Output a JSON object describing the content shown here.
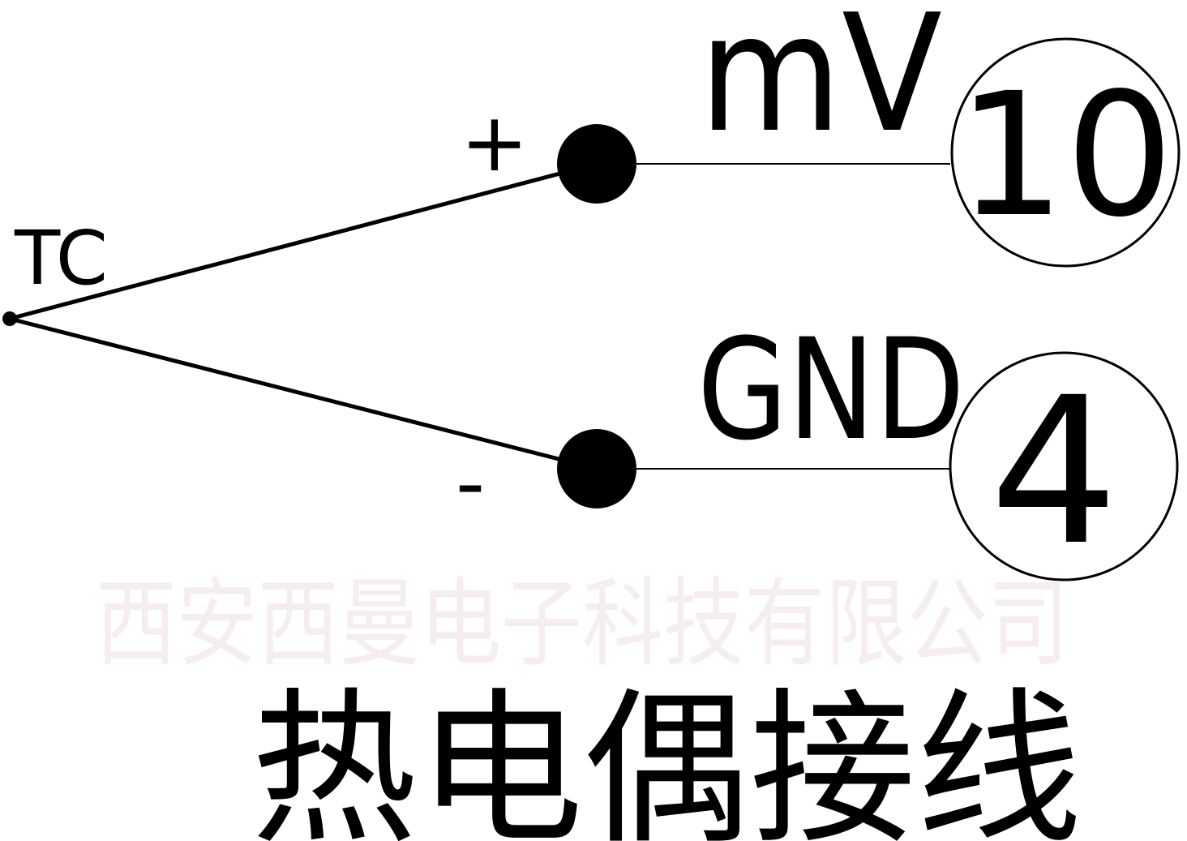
{
  "diagram": {
    "title": "热电偶接线",
    "sensor_label": "TC",
    "positive_label": "+",
    "negative_label": "-",
    "terminals": [
      {
        "signal": "mV",
        "number": "10"
      },
      {
        "signal": "GND",
        "number": "4"
      }
    ],
    "watermark": "西安西曼电子科技有限公司",
    "colors": {
      "line": "#000000",
      "background": "#ffffff"
    }
  }
}
